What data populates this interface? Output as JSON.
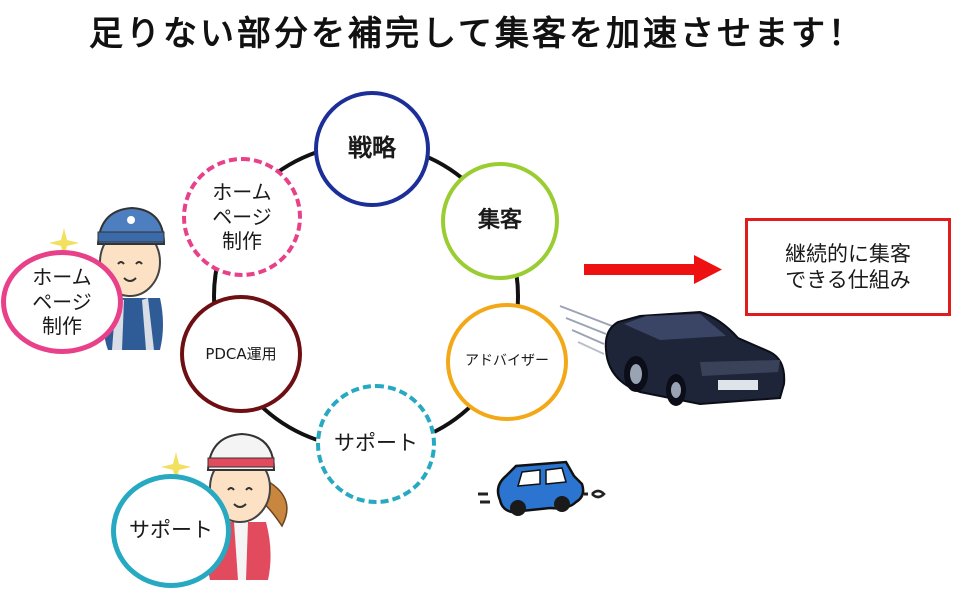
{
  "title": "足りない部分を補完して集客を加速させます！",
  "cycle": {
    "strategy": "戦略",
    "attract": "集客",
    "advisor": "アドバイザー",
    "support": "サポート",
    "pdca": "PDCA運用",
    "homepage": "ホーム\nページ\n制作"
  },
  "side_badges": {
    "homepage": "ホーム\nページ\n制作",
    "support": "サポート"
  },
  "result": "継続的に集客\nできる仕組み",
  "colors": {
    "strategy": "#1c2f98",
    "attract": "#9acd32",
    "advisor": "#f3a818",
    "support": "#27a9c2",
    "pdca": "#6e0f14",
    "homepage": "#e8418a",
    "arrow": "#ee1111",
    "result_border": "#e11c1c"
  },
  "icons": [
    "worker-man-icon",
    "worker-woman-icon",
    "sparkle-icon",
    "black-car-icon",
    "blue-car-icon",
    "right-arrow-icon"
  ]
}
